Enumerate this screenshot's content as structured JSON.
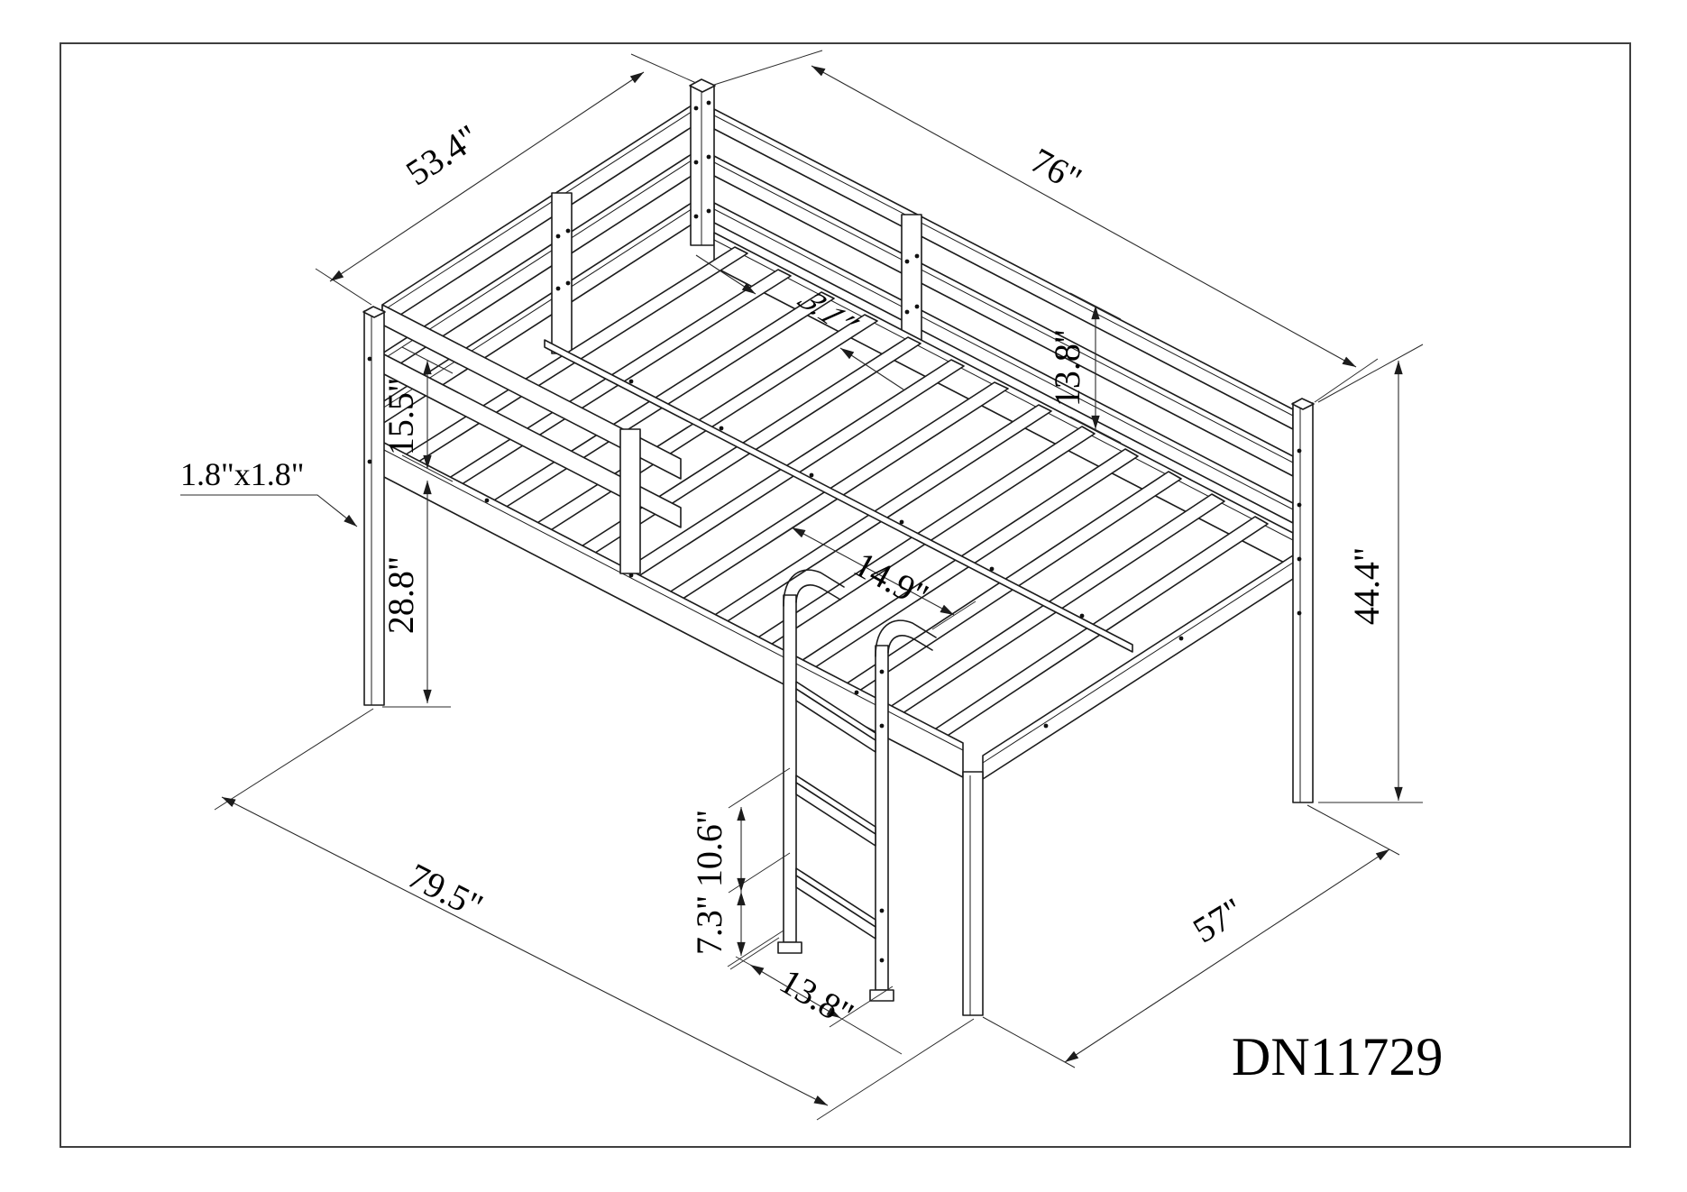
{
  "drawing": {
    "product_code": "DN11729",
    "background": "#ffffff",
    "line_color": "#1c1c1c",
    "labels": {
      "top_rail_length": "53.4\"",
      "bed_length": "76\"",
      "post_section": "1.8\"x1.8\"",
      "guard_to_deck": "15.5\"",
      "under_clearance": "28.8\"",
      "slat_spacing": "3.1\"",
      "ladder_inset": "14.9\"",
      "guard_height": "13.8\"",
      "overall_height": "44.4\"",
      "overall_length": "79.5\"",
      "overall_width": "57\"",
      "rung_spacing": "10.6\"",
      "bottom_rung_height": "7.3\"",
      "ladder_width": "13.8\""
    }
  }
}
